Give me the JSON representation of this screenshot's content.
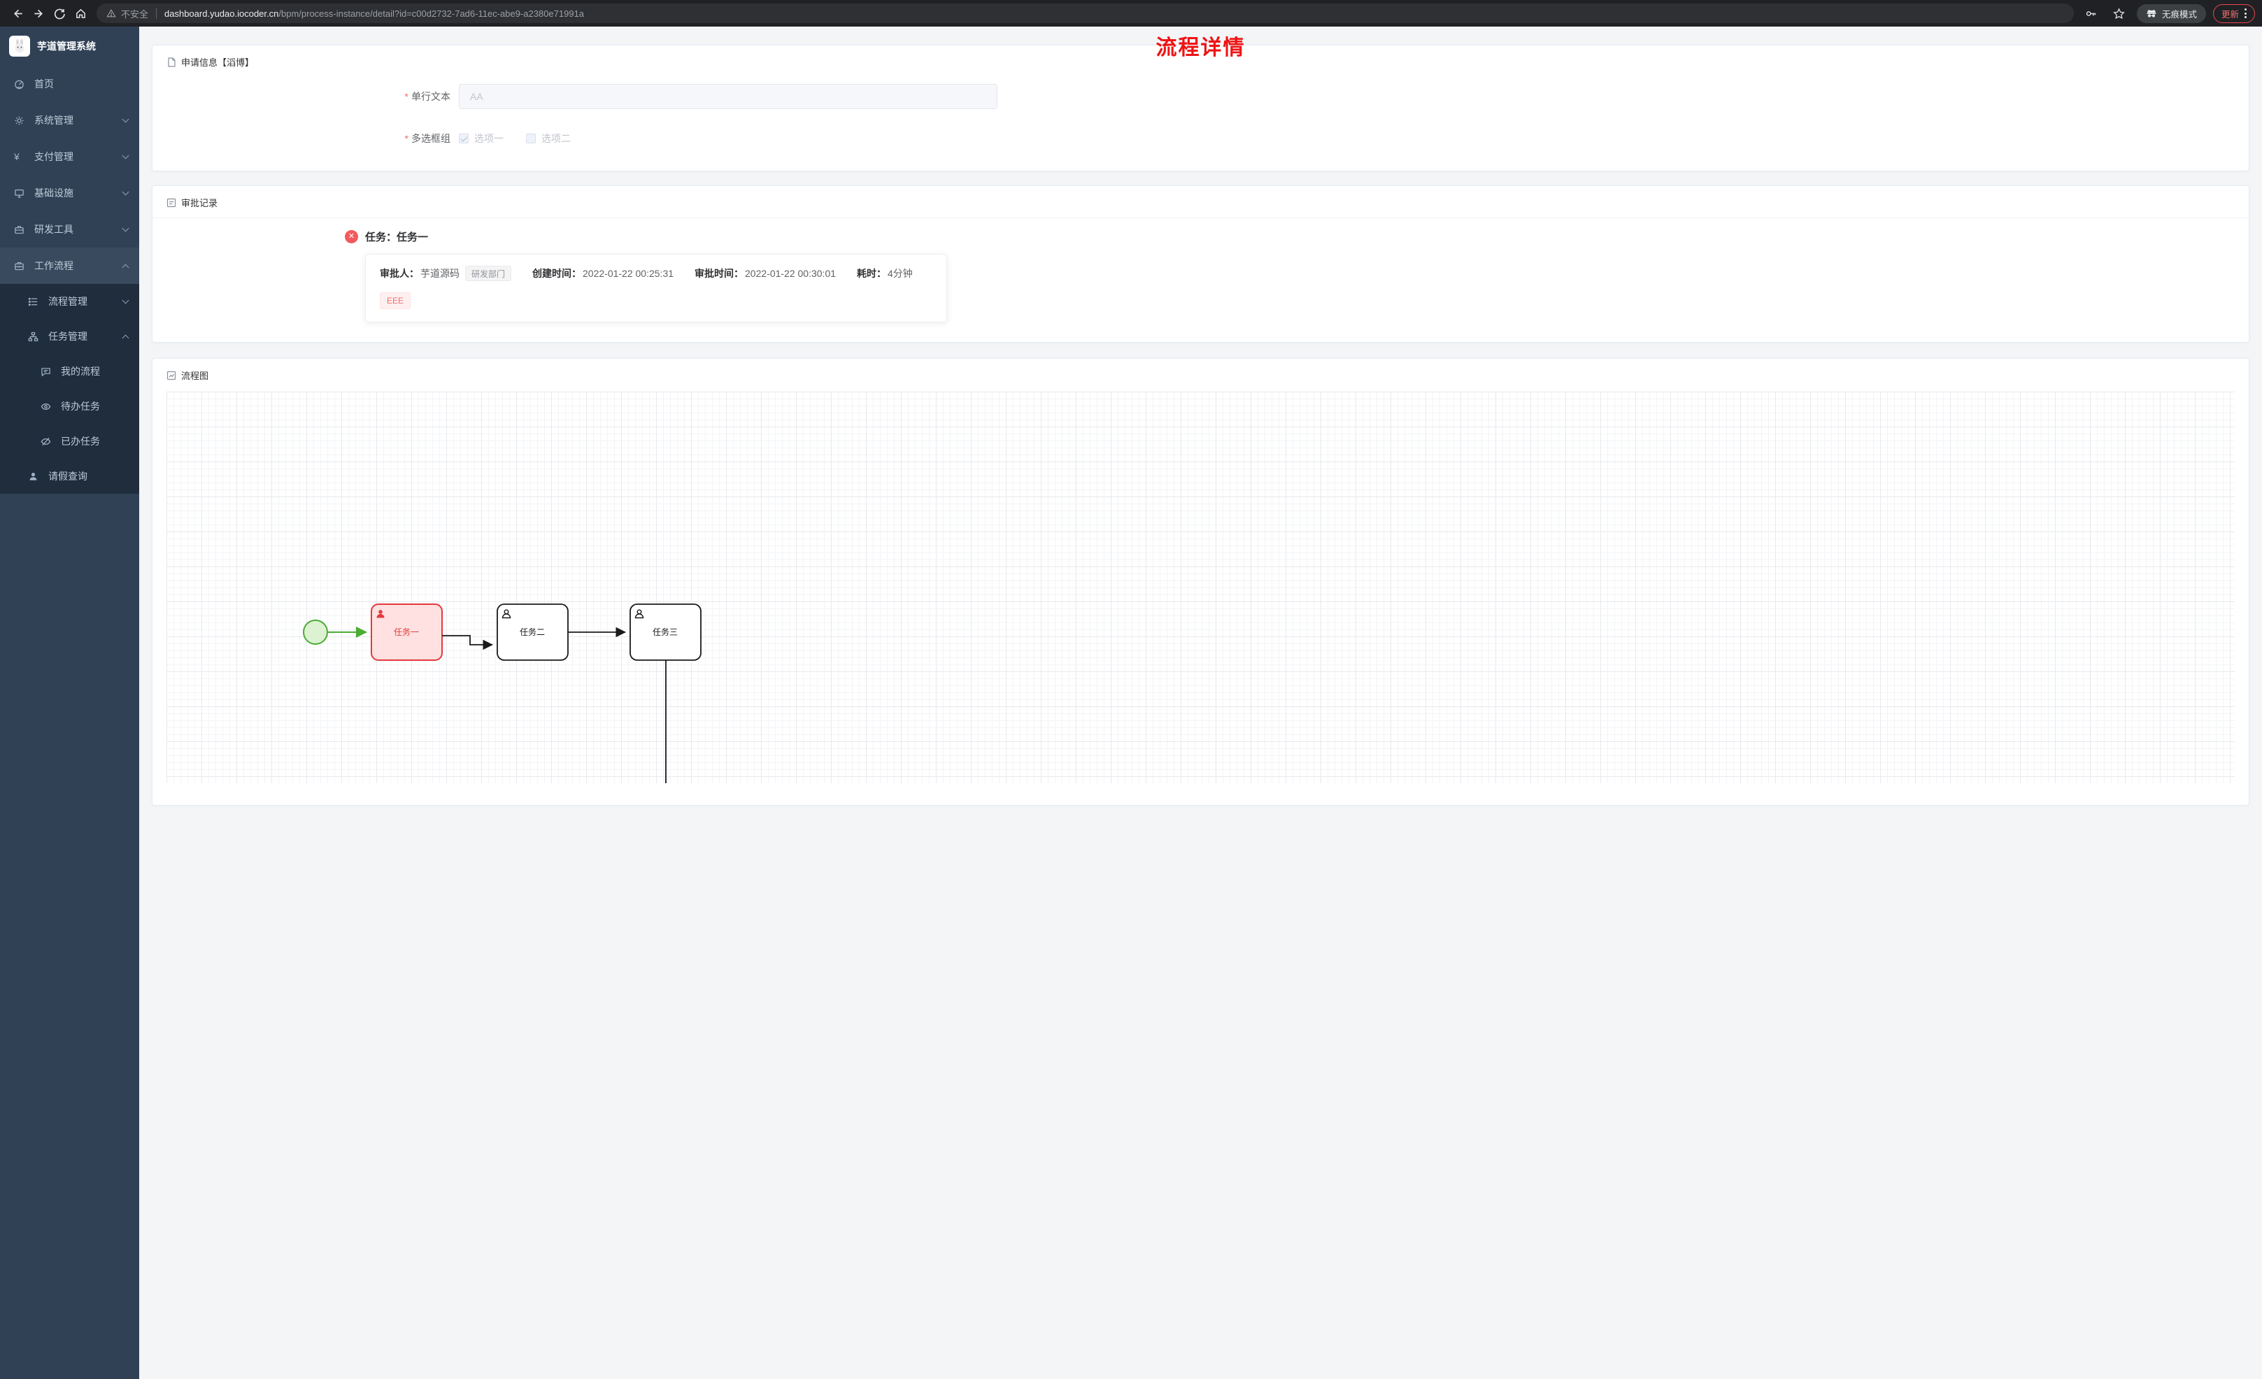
{
  "browser": {
    "security_label": "不安全",
    "domain": "dashboard.yudao.iocoder.cn",
    "path": "/bpm/process-instance/detail?id=c00d2732-7ad6-11ec-abe9-a2380e71991a",
    "incognito_label": "无痕模式",
    "update_label": "更新"
  },
  "sidebar": {
    "logo_title": "芋道管理系统",
    "items": [
      {
        "label": "首页"
      },
      {
        "label": "系统管理"
      },
      {
        "label": "支付管理"
      },
      {
        "label": "基础设施"
      },
      {
        "label": "研发工具"
      },
      {
        "label": "工作流程"
      },
      {
        "label": "流程管理"
      },
      {
        "label": "任务管理"
      },
      {
        "label": "我的流程"
      },
      {
        "label": "待办任务"
      },
      {
        "label": "已办任务"
      },
      {
        "label": "请假查询"
      }
    ]
  },
  "page": {
    "title": "流程详情",
    "apply": {
      "header": "申请信息【滔博】",
      "text_label": "单行文本",
      "text_value": "AA",
      "checkbox_label": "多选框组",
      "option1": "选项一",
      "option2": "选项二"
    },
    "approval": {
      "header": "审批记录",
      "task_title": "任务：任务一",
      "approver_label": "审批人：",
      "approver_name": "芋道源码",
      "dept_tag": "研发部门",
      "create_label": "创建时间：",
      "create_time": "2022-01-22 00:25:31",
      "approve_label": "审批时间：",
      "approve_time": "2022-01-22 00:30:01",
      "duration_label": "耗时：",
      "duration": "4分钟",
      "comment": "EEE"
    },
    "diagram": {
      "header": "流程图",
      "task1": "任务一",
      "task2": "任务二",
      "task3": "任务三"
    }
  },
  "colors": {
    "title_red": "#ee1414",
    "sidebar_bg": "#304156",
    "submenu_bg": "#1f2d3d",
    "node_highlight_red": "#e4393c",
    "node_highlight_green": "#49ad33",
    "danger": "#f56c6c"
  }
}
